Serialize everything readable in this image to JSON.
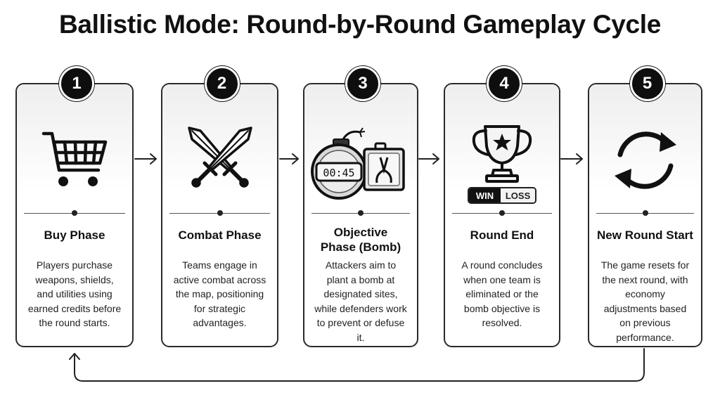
{
  "title": "Ballistic Mode: Round-by-Round Gameplay Cycle",
  "steps": [
    {
      "number": "1",
      "phase": "Buy Phase",
      "icon": "shopping-cart-icon",
      "description": "Players purchase weapons, shields, and utilities using earned credits before the round starts."
    },
    {
      "number": "2",
      "phase": "Combat Phase",
      "icon": "crossed-swords-icon",
      "description": "Teams engage in active combat across the map, positioning for strategic advantages."
    },
    {
      "number": "3",
      "phase": "Objective Phase (Bomb)",
      "icon": "bomb-icon",
      "timer": "00:45",
      "description": "Attackers aim to plant a bomb at designated sites, while defenders work to prevent or defuse it."
    },
    {
      "number": "4",
      "phase": "Round End",
      "icon": "trophy-icon",
      "win_label": "WIN",
      "loss_label": "LOSS",
      "description": "A round concludes when one team is eliminated or the bomb objective is resolved."
    },
    {
      "number": "5",
      "phase": "New Round Start",
      "icon": "cycle-icon",
      "description": "The game resets for the next round, with economy adjustments based on previous performance."
    }
  ]
}
